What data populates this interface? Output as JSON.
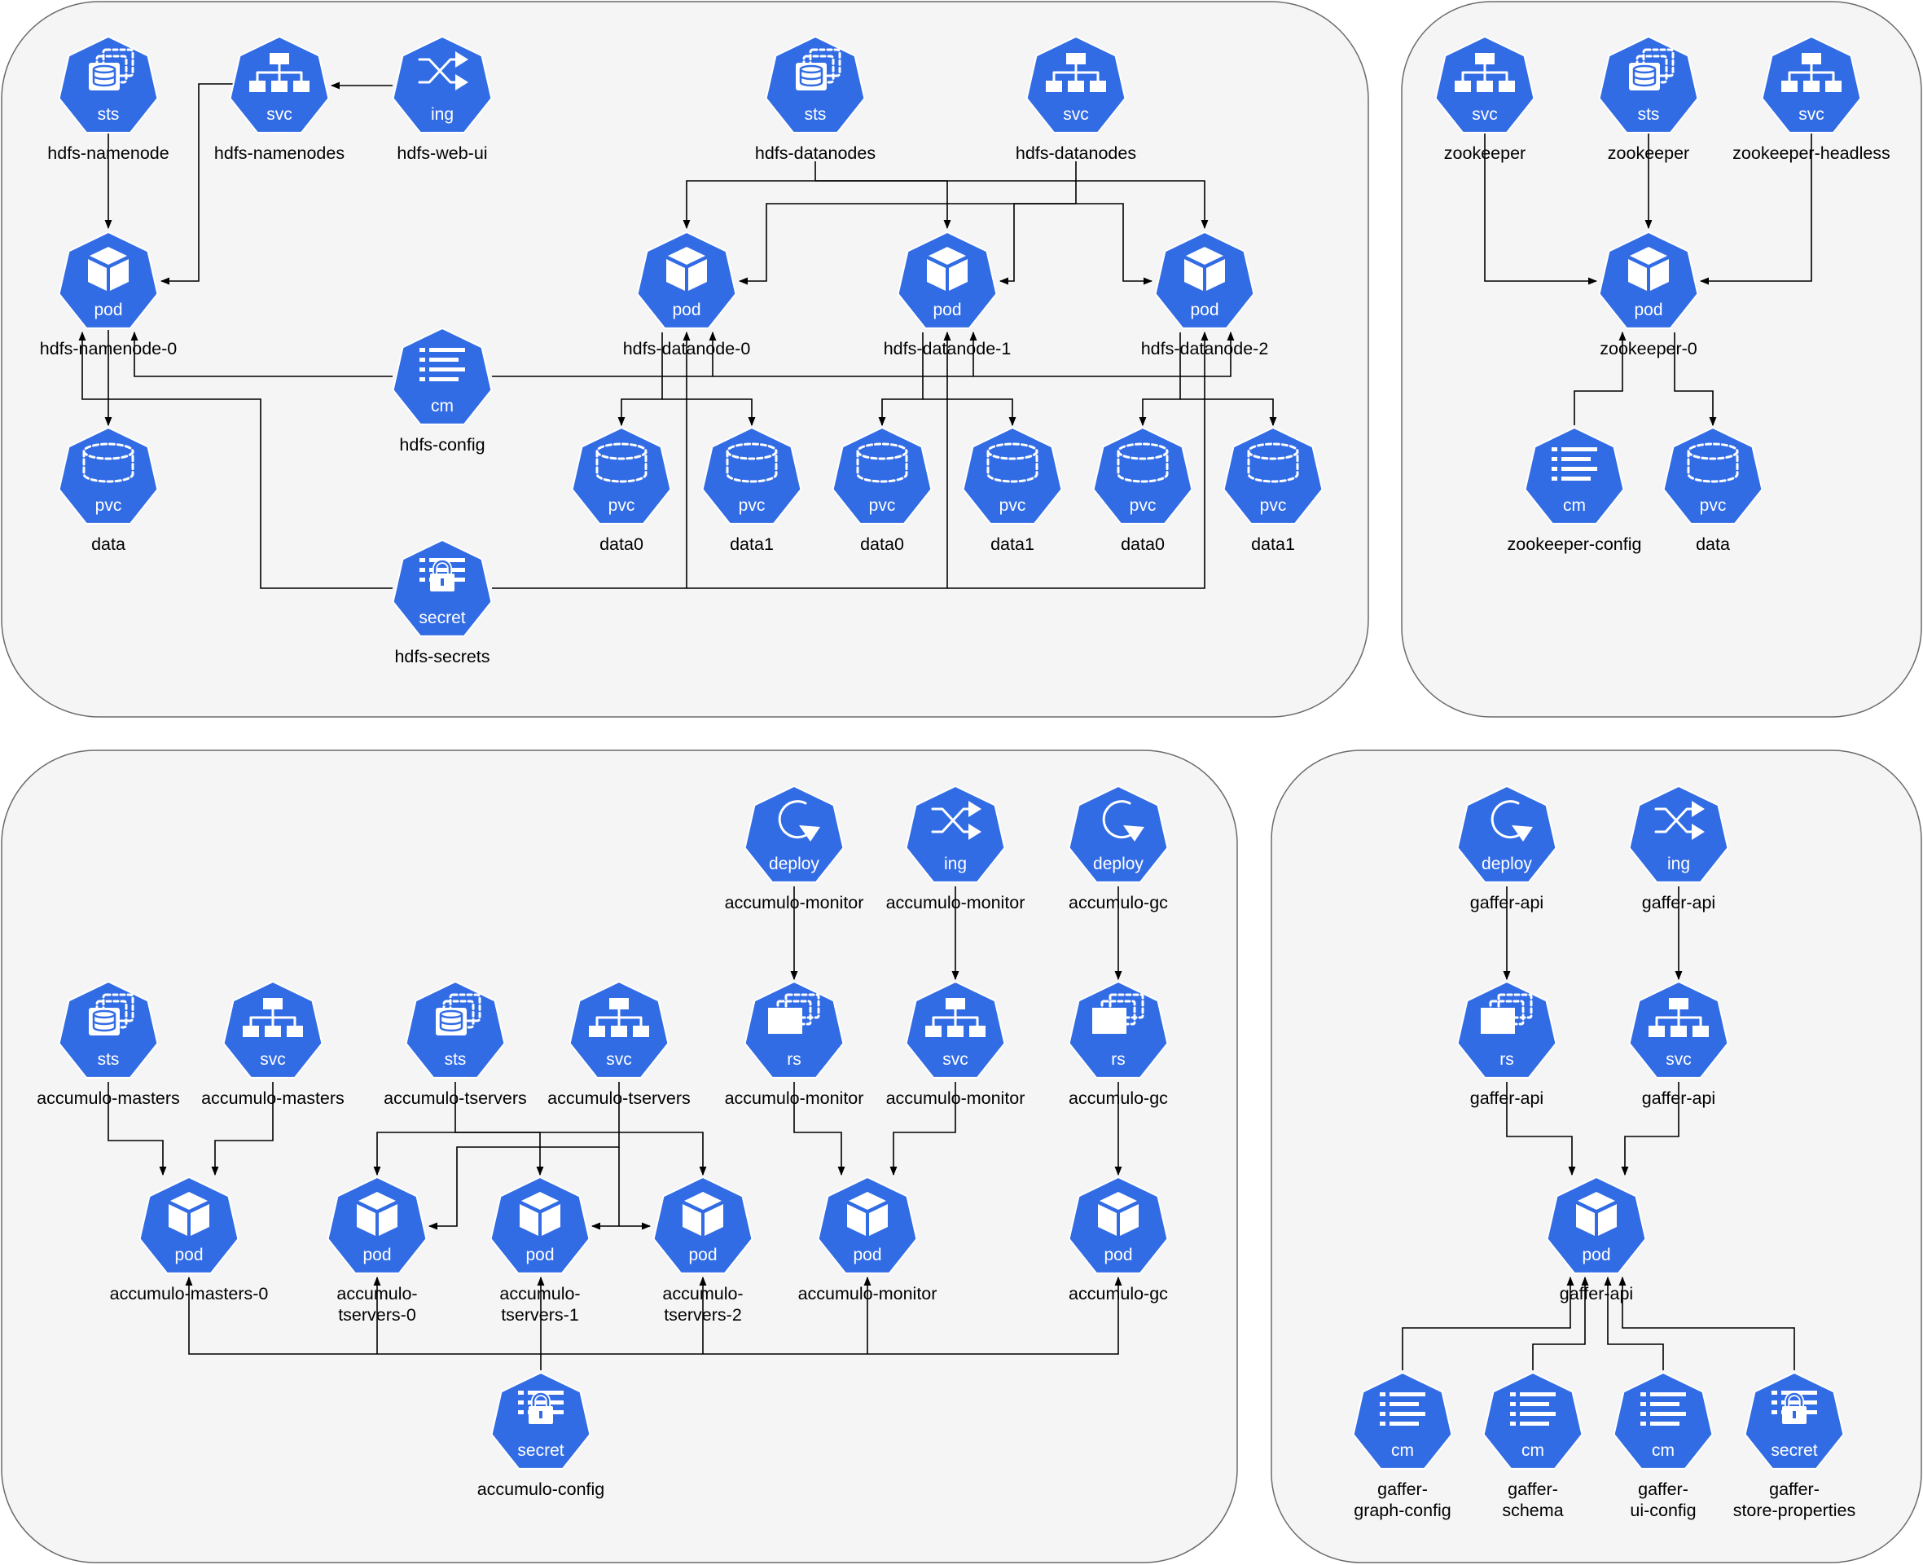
{
  "colors": {
    "node": "#326ce5",
    "panel": "#f5f5f5",
    "panel_border": "#6b6b6b",
    "edge": "#000000"
  },
  "kind_labels": {
    "sts": "sts",
    "svc": "svc",
    "ing": "ing",
    "pod": "pod",
    "pvc": "pvc",
    "cm": "cm",
    "secret": "secret",
    "deploy": "deploy",
    "rs": "rs"
  },
  "nodes": {
    "nn_sts": {
      "kind": "sts",
      "icon": "statefulset-icon",
      "label": [
        "hdfs-namenode"
      ]
    },
    "nn_svc": {
      "kind": "svc",
      "icon": "service-icon",
      "label": [
        "hdfs-namenodes"
      ]
    },
    "web_ing": {
      "kind": "ing",
      "icon": "ingress-icon",
      "label": [
        "hdfs-web-ui"
      ]
    },
    "dn_sts": {
      "kind": "sts",
      "icon": "statefulset-icon",
      "label": [
        "hdfs-datanodes"
      ]
    },
    "dn_svc": {
      "kind": "svc",
      "icon": "service-icon",
      "label": [
        "hdfs-datanodes"
      ]
    },
    "nn_pod": {
      "kind": "pod",
      "icon": "pod-icon",
      "label": [
        "hdfs-namenode-0"
      ]
    },
    "dn0_pod": {
      "kind": "pod",
      "icon": "pod-icon",
      "label": [
        "hdfs-datanode-0"
      ]
    },
    "dn1_pod": {
      "kind": "pod",
      "icon": "pod-icon",
      "label": [
        "hdfs-datanode-1"
      ]
    },
    "dn2_pod": {
      "kind": "pod",
      "icon": "pod-icon",
      "label": [
        "hdfs-datanode-2"
      ]
    },
    "hdfs_cm": {
      "kind": "cm",
      "icon": "configmap-icon",
      "label": [
        "hdfs-config"
      ]
    },
    "nn_pvc": {
      "kind": "pvc",
      "icon": "volume-icon",
      "label": [
        "data"
      ]
    },
    "dn0_pvc0": {
      "kind": "pvc",
      "icon": "volume-icon",
      "label": [
        "data0"
      ]
    },
    "dn0_pvc1": {
      "kind": "pvc",
      "icon": "volume-icon",
      "label": [
        "data1"
      ]
    },
    "dn1_pvc0": {
      "kind": "pvc",
      "icon": "volume-icon",
      "label": [
        "data0"
      ]
    },
    "dn1_pvc1": {
      "kind": "pvc",
      "icon": "volume-icon",
      "label": [
        "data1"
      ]
    },
    "dn2_pvc0": {
      "kind": "pvc",
      "icon": "volume-icon",
      "label": [
        "data0"
      ]
    },
    "dn2_pvc1": {
      "kind": "pvc",
      "icon": "volume-icon",
      "label": [
        "data1"
      ]
    },
    "hdfs_sec": {
      "kind": "secret",
      "icon": "secret-icon",
      "label": [
        "hdfs-secrets"
      ]
    },
    "zk_svc": {
      "kind": "svc",
      "icon": "service-icon",
      "label": [
        "zookeeper"
      ]
    },
    "zk_sts": {
      "kind": "sts",
      "icon": "statefulset-icon",
      "label": [
        "zookeeper"
      ]
    },
    "zk_hsvc": {
      "kind": "svc",
      "icon": "service-icon",
      "label": [
        "zookeeper-headless"
      ]
    },
    "zk_pod": {
      "kind": "pod",
      "icon": "pod-icon",
      "label": [
        "zookeeper-0"
      ]
    },
    "zk_cm": {
      "kind": "cm",
      "icon": "configmap-icon",
      "label": [
        "zookeeper-config"
      ]
    },
    "zk_pvc": {
      "kind": "pvc",
      "icon": "volume-icon",
      "label": [
        "data"
      ]
    },
    "am_dep": {
      "kind": "deploy",
      "icon": "deployment-icon",
      "label": [
        "accumulo-monitor"
      ]
    },
    "am_ing": {
      "kind": "ing",
      "icon": "ingress-icon",
      "label": [
        "accumulo-monitor"
      ]
    },
    "ag_dep": {
      "kind": "deploy",
      "icon": "deployment-icon",
      "label": [
        "accumulo-gc"
      ]
    },
    "ams_sts": {
      "kind": "sts",
      "icon": "statefulset-icon",
      "label": [
        "accumulo-masters"
      ]
    },
    "ams_svc": {
      "kind": "svc",
      "icon": "service-icon",
      "label": [
        "accumulo-masters"
      ]
    },
    "ats_sts": {
      "kind": "sts",
      "icon": "statefulset-icon",
      "label": [
        "accumulo-tservers"
      ]
    },
    "ats_svc": {
      "kind": "svc",
      "icon": "service-icon",
      "label": [
        "accumulo-tservers"
      ]
    },
    "am_rs": {
      "kind": "rs",
      "icon": "replicaset-icon",
      "label": [
        "accumulo-monitor"
      ]
    },
    "am_svc": {
      "kind": "svc",
      "icon": "service-icon",
      "label": [
        "accumulo-monitor"
      ]
    },
    "ag_rs": {
      "kind": "rs",
      "icon": "replicaset-icon",
      "label": [
        "accumulo-gc"
      ]
    },
    "ams_pod": {
      "kind": "pod",
      "icon": "pod-icon",
      "label": [
        "accumulo-masters-0"
      ]
    },
    "ats0_pod": {
      "kind": "pod",
      "icon": "pod-icon",
      "label": [
        "accumulo-",
        "tservers-0"
      ]
    },
    "ats1_pod": {
      "kind": "pod",
      "icon": "pod-icon",
      "label": [
        "accumulo-",
        "tservers-1"
      ]
    },
    "ats2_pod": {
      "kind": "pod",
      "icon": "pod-icon",
      "label": [
        "accumulo-",
        "tservers-2"
      ]
    },
    "am_pod": {
      "kind": "pod",
      "icon": "pod-icon",
      "label": [
        "accumulo-monitor"
      ]
    },
    "ag_pod": {
      "kind": "pod",
      "icon": "pod-icon",
      "label": [
        "accumulo-gc"
      ]
    },
    "acc_sec": {
      "kind": "secret",
      "icon": "secret-icon",
      "label": [
        "accumulo-config"
      ]
    },
    "ga_dep": {
      "kind": "deploy",
      "icon": "deployment-icon",
      "label": [
        "gaffer-api"
      ]
    },
    "ga_ing": {
      "kind": "ing",
      "icon": "ingress-icon",
      "label": [
        "gaffer-api"
      ]
    },
    "ga_rs": {
      "kind": "rs",
      "icon": "replicaset-icon",
      "label": [
        "gaffer-api"
      ]
    },
    "ga_svc": {
      "kind": "svc",
      "icon": "service-icon",
      "label": [
        "gaffer-api"
      ]
    },
    "ga_pod": {
      "kind": "pod",
      "icon": "pod-icon",
      "label": [
        "gaffer-api"
      ]
    },
    "gg_cm": {
      "kind": "cm",
      "icon": "configmap-icon",
      "label": [
        "gaffer-",
        "graph-config"
      ]
    },
    "gs_cm": {
      "kind": "cm",
      "icon": "configmap-icon",
      "label": [
        "gaffer-",
        "schema"
      ]
    },
    "gu_cm": {
      "kind": "cm",
      "icon": "configmap-icon",
      "label": [
        "gaffer-",
        "ui-config"
      ]
    },
    "gsp_sec": {
      "kind": "secret",
      "icon": "secret-icon",
      "label": [
        "gaffer-",
        "store-properties"
      ]
    }
  }
}
